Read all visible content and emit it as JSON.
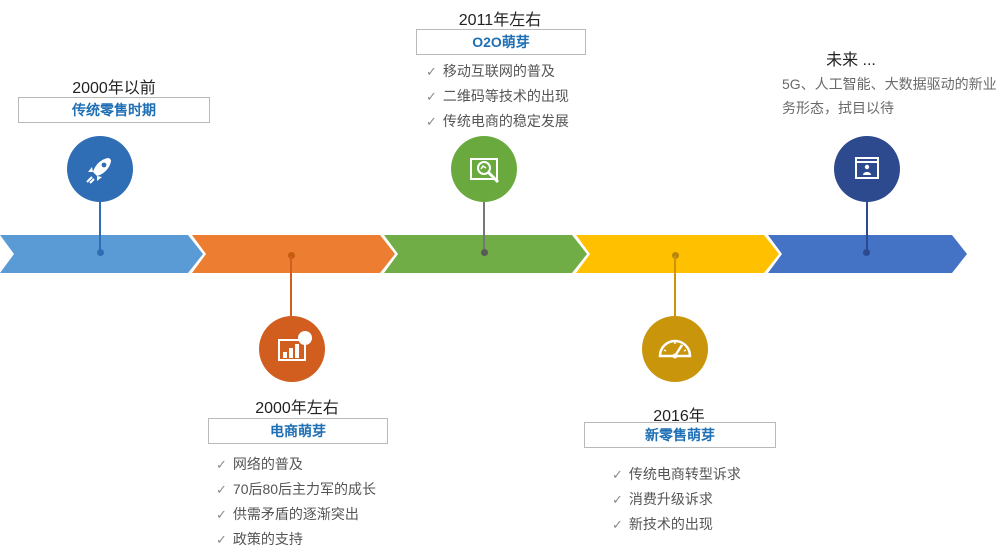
{
  "milestones": [
    {
      "year": "2000年以前",
      "tag": "传统零售时期",
      "icon": "rocket-icon",
      "color": "#2f6db5"
    },
    {
      "year": "2000年左右",
      "tag": "电商萌芽",
      "icon": "chart-icon",
      "color": "#d15d1e",
      "bullets": [
        "网络的普及",
        "70后80后主力军的成长",
        "供需矛盾的逐渐突出",
        "政策的支持"
      ]
    },
    {
      "year": "2011年左右",
      "tag": "O2O萌芽",
      "icon": "magnifier-icon",
      "color": "#6aa93e",
      "bullets": [
        "移动互联网的普及",
        "二维码等技术的出现",
        "传统电商的稳定发展"
      ]
    },
    {
      "year": "2016年",
      "tag": "新零售萌芽",
      "icon": "gauge-icon",
      "color": "#c9950b",
      "bullets": [
        "传统电商转型诉求",
        "消费升级诉求",
        "新技术的出现"
      ]
    },
    {
      "year": "未来 ...",
      "icon": "screen-user-icon",
      "color": "#2e4a8f",
      "desc": "5G、人工智能、大数据驱动的新业务形态，拭目以待"
    }
  ],
  "arrow_colors": [
    "#5b9bd5",
    "#ed7d31",
    "#70ad47",
    "#ffc000",
    "#4472c4"
  ],
  "check_glyph": "✓"
}
